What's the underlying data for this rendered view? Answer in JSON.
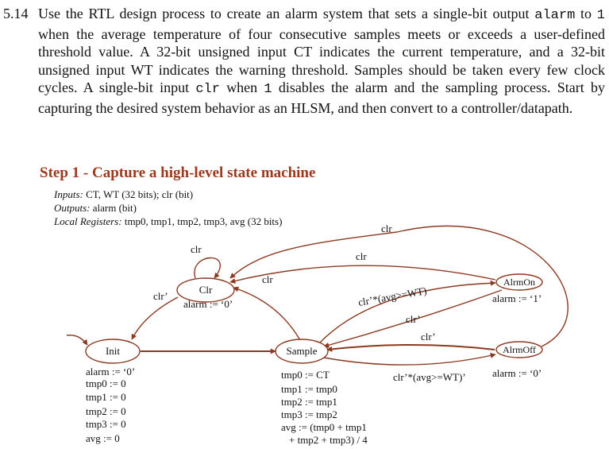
{
  "problem": {
    "number": "5.14",
    "parts": [
      "Use the RTL design process to create an alarm system that sets a single-bit output ",
      "alarm",
      " to ",
      "1",
      " when the average temperature of four consecutive samples meets or exceeds a user-defined threshold value. A 32-bit unsigned input CT indicates the current temperature, and a 32-bit unsigned input WT indicates the warning threshold. Samples should be taken every few clock cycles. A single-bit input ",
      "clr",
      " when ",
      "1",
      " disables the alarm and the sampling process. Start by capturing the desired system behavior as an HLSM, and then convert to a controller/datapath."
    ]
  },
  "step": {
    "title": "Step 1 - Capture a high-level state machine"
  },
  "info": {
    "inputs_label": "Inputs:",
    "inputs_value": "CT, WT (32 bits); clr (bit)",
    "outputs_label": "Outputs:",
    "outputs_value": "alarm (bit)",
    "locals_label": "Local Registers:",
    "locals_value": "tmp0, tmp1, tmp2, tmp3, avg (32 bits)"
  },
  "diagram": {
    "colors": {
      "stroke": "#8b3a22",
      "text": "#111111"
    },
    "states": {
      "init": "Init",
      "clr": "Clr",
      "sample": "Sample",
      "alrmon": "AlrmOn",
      "alrmoff": "AlrmOff"
    },
    "actions": {
      "clr": [
        "alarm := ‘0’"
      ],
      "init": [
        "alarm := ‘0’",
        "tmp0 := 0",
        "tmp1 := 0",
        "tmp2 := 0",
        "tmp3 := 0",
        "avg := 0"
      ],
      "sample": [
        "tmp0 := CT",
        "tmp1 := tmp0",
        "tmp2 := tmp1",
        "tmp3 := tmp2",
        "avg := (tmp0 + tmp1",
        "+ tmp2 + tmp3) / 4"
      ],
      "alrmon": [
        "alarm := ‘1’"
      ],
      "alrmoff": [
        "alarm := ‘0’"
      ]
    },
    "transition_labels": {
      "clr_self": "clr",
      "clr_to_init": "clr’",
      "sample_to_clr": "clr",
      "alrmon_to_clr": "clr",
      "alrmoff_to_clr": "clr",
      "sample_to_alrmon": "clr’*(avg>=WT)",
      "alrmon_to_sample": "clr’",
      "alrmoff_to_sample": "clr’",
      "sample_to_alrmoff": "clr’*(avg>=WT)’"
    }
  }
}
